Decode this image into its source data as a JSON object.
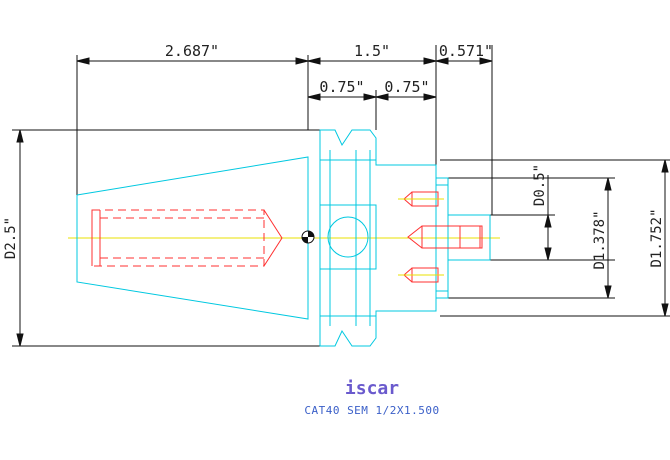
{
  "colors": {
    "background": "#ffffff",
    "dimension_lines": "#111111",
    "holder_outline": "#00c8e0",
    "hidden_thread": "#ff3030",
    "centerline": "#e8e000",
    "logo": "#6a5acd",
    "caption": "#3a5fc8"
  },
  "dimensions": {
    "taper_length": "2.687\"",
    "flange_to_face": "1.5\"",
    "projection": "0.571\"",
    "flange_left": "0.75\"",
    "flange_right": "0.75\"",
    "flange_diameter": "D2.5\"",
    "bore_diameter": "D0.5\"",
    "face_inner_diameter": "D1.378\"",
    "face_outer_diameter": "D1.752\""
  },
  "logo": {
    "text": "iscar"
  },
  "caption": {
    "text": "CAT40 SEM 1/2X1.500"
  }
}
